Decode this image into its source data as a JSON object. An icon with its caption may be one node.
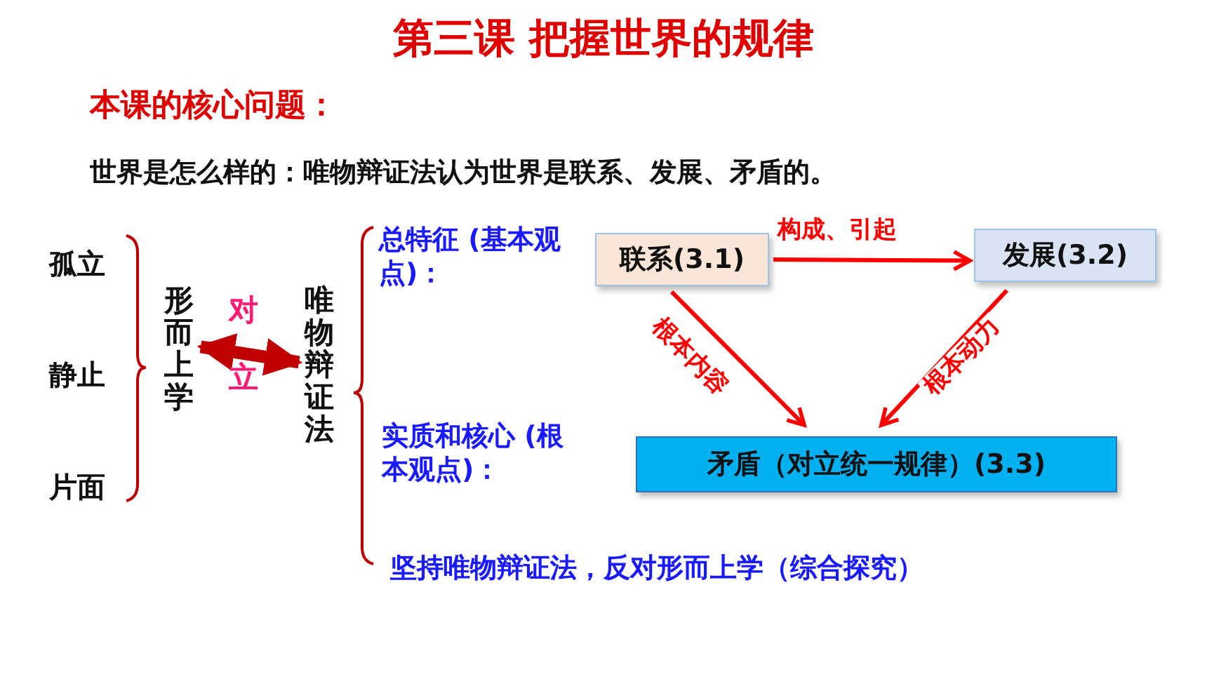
{
  "diagram": {
    "title": "第三课 把握世界的规律",
    "nodes": [
      {
        "text": [
          "形而上学"
        ]
      },
      {
        "text": [
          "唯物辩证法"
        ]
      },
      {
        "text": [
          "联系(3.1)"
        ]
      },
      {
        "text": [
          "发展(3.2)"
        ]
      },
      {
        "text": [
          "矛盾（对立统一规律）(3.3)"
        ]
      }
    ],
    "edges": [
      {
        "from": 0,
        "to": 1,
        "arrow": "both",
        "style": "thick",
        "color": "#c00000"
      },
      {
        "from": 2,
        "to": 3,
        "arrow": "to",
        "label": "构成、引起"
      },
      {
        "from": 2,
        "to": 4,
        "arrow": "to",
        "label": "根本内容"
      },
      {
        "from": 3,
        "to": 4,
        "arrow": "to",
        "label": "根本动力"
      }
    ],
    "labels": [
      "本课的核心问题：",
      "世界是怎么样的：唯物辩证法认为世界是联系、发展、矛盾的。",
      "孤立",
      "静止",
      "片面",
      "对",
      "立",
      "总特征 (基本观点)：",
      "实质和核心 (根本观点)：",
      "坚持唯物辩证法，反对形而上学（综合探究）"
    ]
  }
}
